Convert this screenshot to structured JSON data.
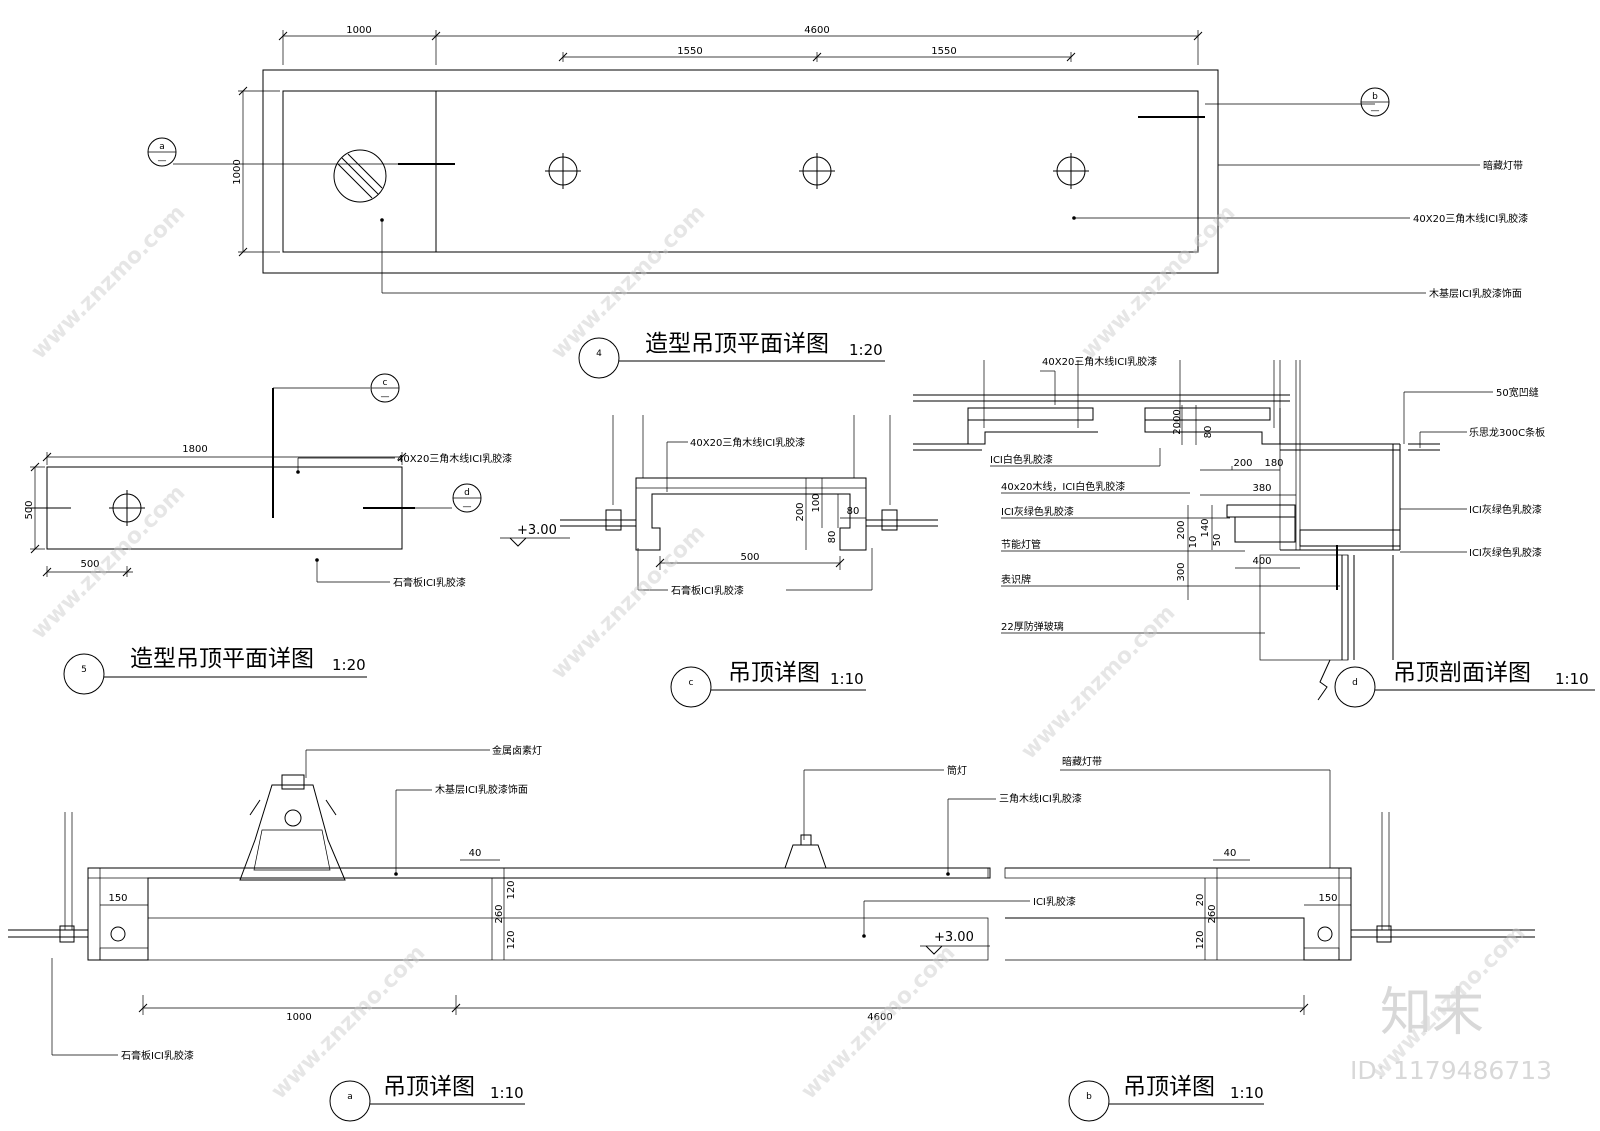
{
  "plan_a": {
    "title": "造型吊顶平面详图",
    "scale": "1:20",
    "sheet_no": "4",
    "dims": {
      "d1000": "1000",
      "d4600": "4600",
      "d1550a": "1550",
      "d1550b": "1550",
      "d1000v": "1000"
    },
    "bubbles": {
      "a": "a",
      "b": "b"
    },
    "labels": [
      "暗藏灯带",
      "40X20三角木线ICI乳胶漆",
      "木基层ICI乳胶漆饰面"
    ]
  },
  "plan_b": {
    "title": "造型吊顶平面详图",
    "scale": "1:20",
    "sheet_no": "5",
    "dims": {
      "d1800": "1800",
      "d500v": "500",
      "d500": "500"
    },
    "bubbles": {
      "c": "c",
      "d": "d"
    },
    "labels": [
      "40X20三角木线ICI乳胶漆",
      "石膏板ICI乳胶漆"
    ]
  },
  "detail_c": {
    "title": "吊顶详图",
    "scale": "1:10",
    "sheet_no": "c",
    "level": "+3.00",
    "dims": {
      "d500": "500",
      "d80": "80",
      "d200": "200",
      "d100": "100",
      "d80v": "80"
    },
    "labels": [
      "40X20三角木线ICI乳胶漆",
      "石膏板ICI乳胶漆"
    ]
  },
  "section_d": {
    "title": "吊顶剖面详图",
    "scale": "1:10",
    "sheet_no": "d",
    "dims": {
      "d200": "200",
      "d180": "180",
      "d380": "380",
      "d400": "400",
      "d2000": "2000",
      "d80": "80",
      "d200b": "200",
      "d10": "10",
      "d140": "140",
      "d50": "50",
      "d300": "300"
    },
    "labels_left": [
      "40X20三角木线ICI乳胶漆",
      "ICI白色乳胶漆",
      "40x20木线，ICI白色乳胶漆",
      "ICI灰绿色乳胶漆",
      "节能灯管",
      "表识牌",
      "22厚防弹玻璃"
    ],
    "labels_right": [
      "50宽凹缝",
      "乐思龙300C条板",
      "ICI灰绿色乳胶漆",
      "ICI灰绿色乳胶漆"
    ]
  },
  "detail_a": {
    "title": "吊顶详图",
    "scale": "1:10",
    "sheet_no": "a",
    "level": "+3.00",
    "dims": {
      "d1000": "1000",
      "d4600": "4600",
      "d40": "40",
      "d150": "150",
      "d260": "260",
      "d120a": "120",
      "d120b": "120"
    },
    "labels": [
      "金属卤素灯",
      "木基层ICI乳胶漆饰面",
      "筒灯",
      "三角木线ICI乳胶漆",
      "ICI乳胶漆",
      "石膏板ICI乳胶漆"
    ]
  },
  "detail_b": {
    "title": "吊顶详图",
    "scale": "1:10",
    "sheet_no": "b",
    "dims": {
      "d40": "40",
      "d150": "150",
      "d260": "260",
      "d20": "20",
      "d120": "120"
    },
    "labels": [
      "暗藏灯带"
    ]
  },
  "watermark": {
    "logo": "知末",
    "id": "ID: 1179486713",
    "site": "www.znzmo.com"
  }
}
